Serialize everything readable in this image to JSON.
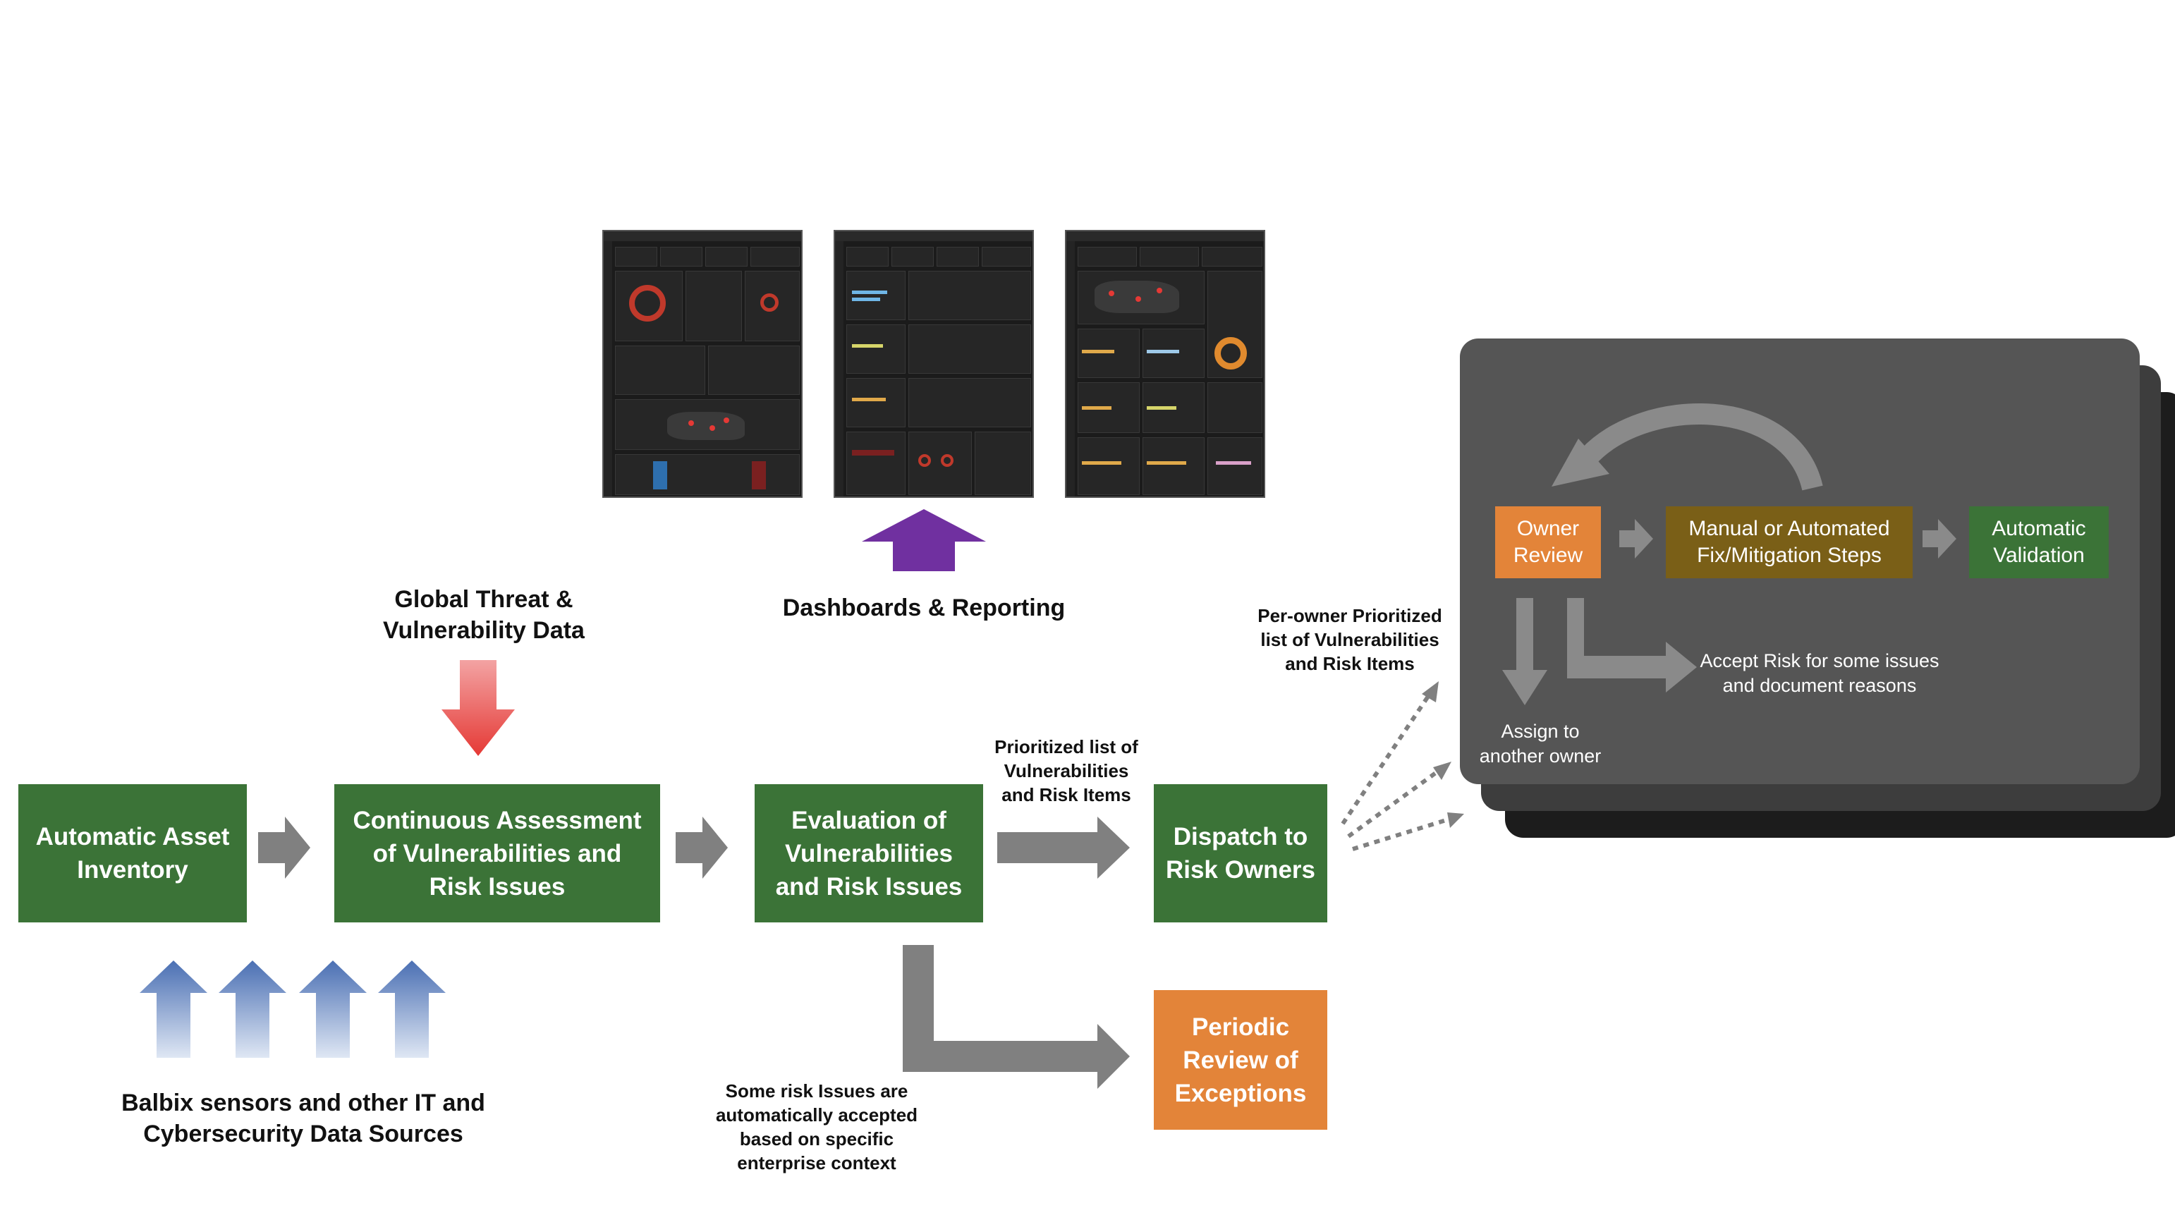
{
  "flow": {
    "asset_inventory": "Automatic Asset\nInventory",
    "continuous_assessment": "Continuous  Assessment\nof Vulnerabilities and\nRisk Issues",
    "evaluation": "Evaluation of\nVulnerabilities\nand Risk Issues",
    "dispatch": "Dispatch to\nRisk Owners",
    "periodic_review": "Periodic\nReview of\nExceptions"
  },
  "labels": {
    "global_threat": "Global Threat &\nVulnerability Data",
    "dashboards": "Dashboards & Reporting",
    "data_sources": "Balbix sensors and other IT and\nCybersecurity Data Sources",
    "prioritized_list": "Prioritized list of\nVulnerabilities\nand Risk Items",
    "per_owner_list": "Per-owner Prioritized\nlist of Vulnerabilities\nand Risk Items",
    "auto_accepted": "Some risk Issues are\nautomatically accepted\nbased on specific\nenterprise context"
  },
  "owner_panel": {
    "owner_review": "Owner\nReview",
    "fix_steps": "Manual or Automated\nFix/Mitigation Steps",
    "validation": "Automatic\nValidation",
    "accept_risk": "Accept Risk for some issues\nand document reasons",
    "assign_owner": "Assign to\nanother owner"
  },
  "colors": {
    "green": "#3b7337",
    "orange": "#e38439",
    "olive": "#7a5f17",
    "panel": "#555555",
    "arrow_gray": "#808080",
    "red_arrow": "#e53935",
    "purple_arrow": "#7030a0",
    "blue_arrow": "#5a7fbf"
  }
}
